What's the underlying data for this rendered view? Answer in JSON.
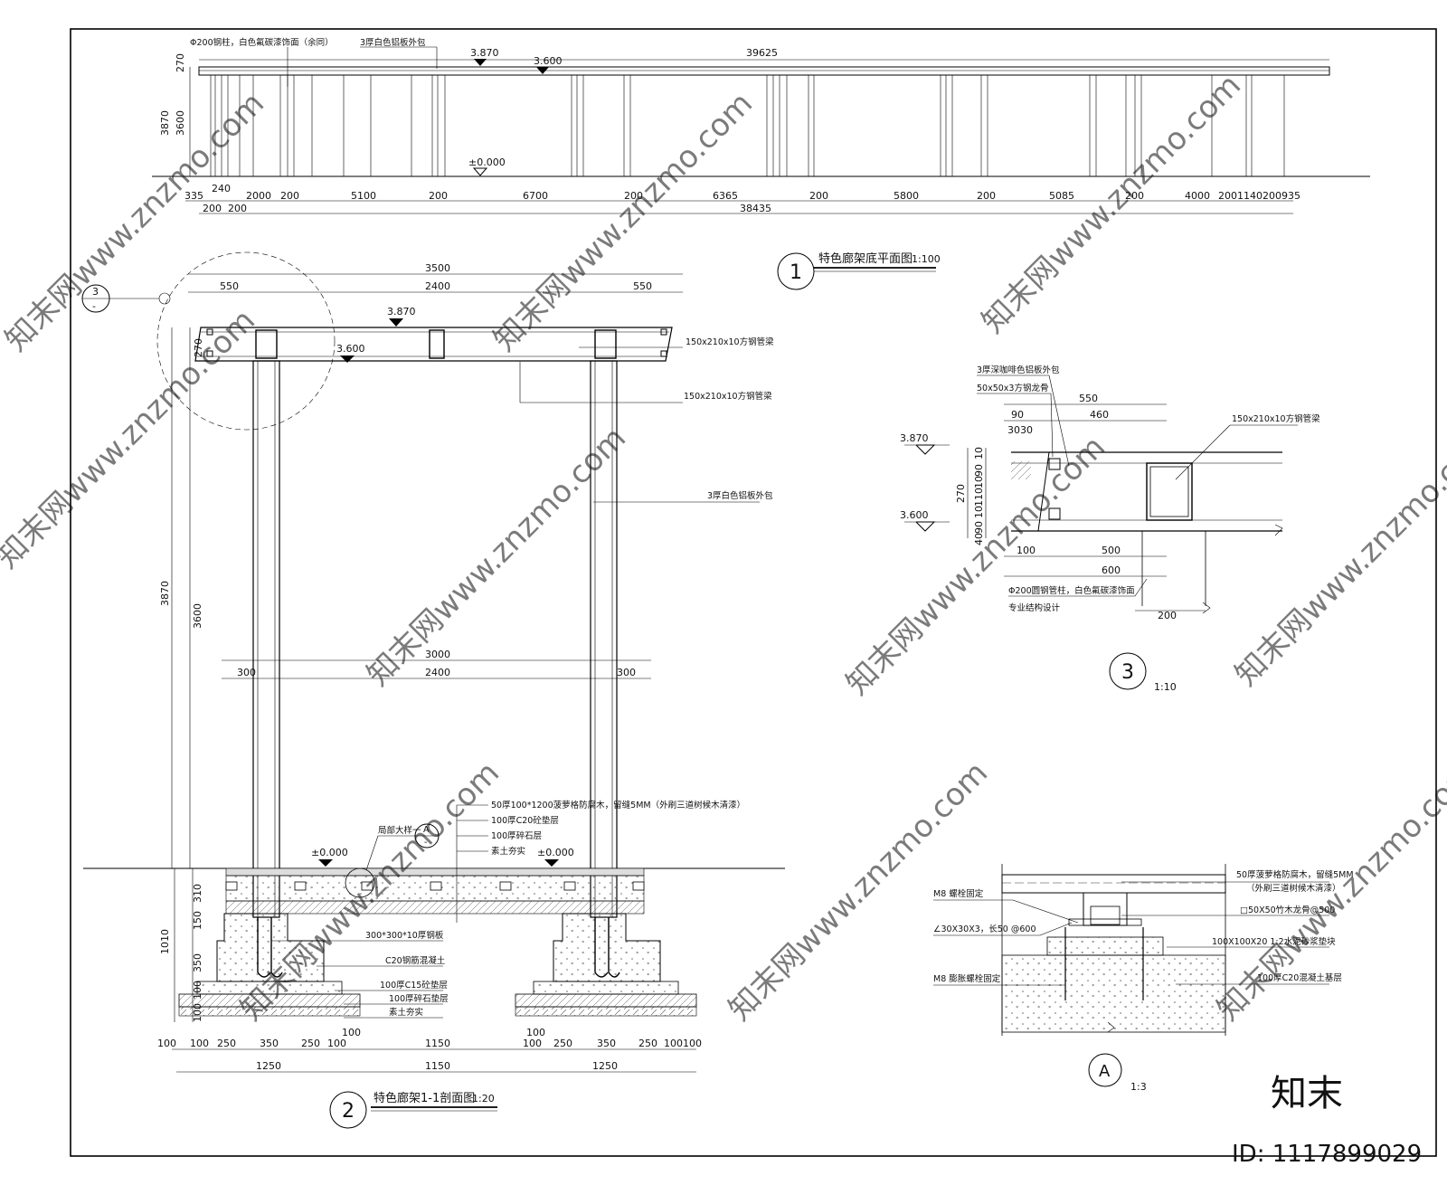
{
  "elevation": {
    "top_dims": [
      "270",
      "3870",
      "3600"
    ],
    "notes": [
      "Φ200钢柱，白色氟碳漆饰面（余同）",
      "3厚白色铝板外包"
    ],
    "levels": [
      "3.870",
      "3.600",
      "±0.000"
    ],
    "overall_top": "39625",
    "bottom_dims": [
      "335",
      "240",
      "2000",
      "200",
      "5100",
      "200",
      "6700",
      "200",
      "6365",
      "200",
      "5800",
      "200",
      "5085",
      "200",
      "4000",
      "2001140200935"
    ],
    "bottom_dims2": [
      "200",
      "200"
    ],
    "overall_bottom": "38435",
    "title_no": "1",
    "title": "特色廊架底平面图",
    "scale": "1:100"
  },
  "section": {
    "ref_no": "3",
    "ref_sub": "-",
    "top_dims": [
      "3500",
      "550",
      "2400",
      "550"
    ],
    "levels": [
      "3.870",
      "3.600",
      "±0.000",
      "±0.000"
    ],
    "beam_labels": [
      "150x210x10方钢管梁",
      "150x210x10方钢管梁"
    ],
    "clad_label": "3厚白色铝板外包",
    "left_dims": [
      "270",
      "3870",
      "3600",
      "310",
      "150",
      "1010",
      "350",
      "100",
      "100"
    ],
    "mid_dims": [
      "3000",
      "300",
      "2400",
      "300"
    ],
    "detail_ref_label": "局部大样一",
    "detail_ref": "A",
    "detail_ref_sub": "-",
    "layer_notes": [
      "50厚100*1200菠萝格防腐木，留缝5MM（外刷三道树候木清漆）",
      "100厚C20砼垫层",
      "100厚碎石层",
      "素土夯实"
    ],
    "foot_notes": [
      "300*300*10厚钢板",
      "C20钢筋混凝土",
      "100厚C15砼垫层",
      "100厚碎石垫层",
      "素土夯实"
    ],
    "bottom_dims": [
      "100",
      "100",
      "250",
      "350",
      "250",
      "100",
      "100",
      "1150",
      "100",
      "100",
      "250",
      "350",
      "250",
      "100",
      "100"
    ],
    "bottom_totals": [
      "1250",
      "1150",
      "1250"
    ],
    "title_no": "2",
    "title": "特色廊架1-1剖面图",
    "scale": "1:20"
  },
  "detail3": {
    "notes": [
      "3厚深咖啡色铝板外包",
      "50x50x3方钢龙骨",
      "150x210x10方钢管梁",
      "Φ200圆钢管柱，白色氟碳漆饰面",
      "专业结构设计"
    ],
    "top_dims": [
      "550",
      "90",
      "460",
      "3030"
    ],
    "levels": [
      "3.870",
      "3.600"
    ],
    "left_dims": [
      "270",
      "10",
      "90",
      "10",
      "110",
      "10",
      "90",
      "40"
    ],
    "bottom_dims": [
      "100",
      "500",
      "600",
      "200"
    ],
    "title_no": "3",
    "scale": "1:10"
  },
  "detailA": {
    "left_notes": [
      "M8 螺栓固定",
      "∠30X30X3，长50 @600",
      "M8 膨胀螺栓固定"
    ],
    "right_notes": [
      "50厚菠萝格防腐木，留缝5MM",
      "（外刷三道树候木清漆）",
      "□50X50竹木龙骨@500",
      "100X100X20 1:2水泥砂浆垫块",
      "100厚C20混凝土基层"
    ],
    "title_no": "A",
    "scale": "1:3"
  },
  "watermark": {
    "text": "知末网www.znzmo.com",
    "brand": "知末",
    "id": "ID: 1117899029"
  }
}
